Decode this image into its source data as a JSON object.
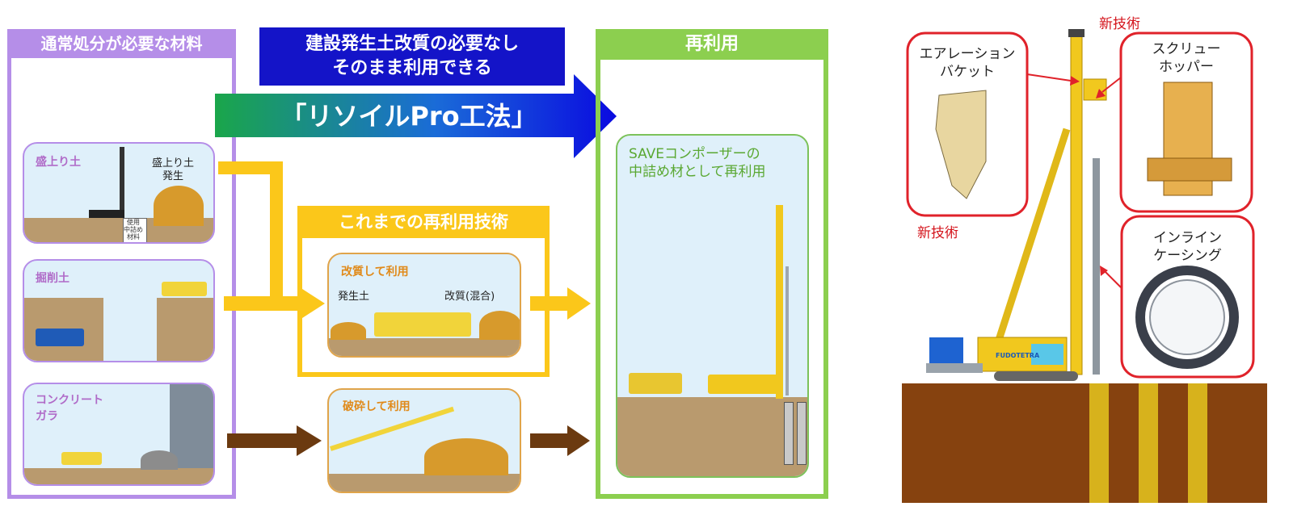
{
  "left_column": {
    "title": "通常処分が必要な材料"
  },
  "materials": [
    {
      "title": "盛上り土",
      "label": "盛上り土\n発生",
      "small": "使用\n中詰め\n材料"
    },
    {
      "title": "掘削土"
    },
    {
      "title": "コンクリート\nガラ"
    }
  ],
  "banner": {
    "line1": "建設発生土改質の必要なし",
    "line2": "そのまま利用できる",
    "method": "「リソイルPro工法」"
  },
  "existing": {
    "title": "これまでの再利用技術",
    "improve": {
      "title": "改質して利用",
      "left": "発生土",
      "right": "改質(混合)"
    },
    "crush": {
      "title": "破砕して利用"
    }
  },
  "reuse": {
    "title": "再利用",
    "caption": "SAVEコンポーザーの\n中詰め材として再利用"
  },
  "right_diagram": {
    "new_tech_top": "新技術",
    "new_tech_left": "新技術",
    "bucket": "エアレーション\nバケット",
    "hopper": "スクリュー\nホッパー",
    "casing": "インライン\nケーシング",
    "machine_brand": "FUDOTETRA"
  },
  "colors": {
    "purple": "#b58ee8",
    "yellow": "#fbc71a",
    "green": "#8ccf4f",
    "blue": "#1b1fd8",
    "brown": "#6b3a10",
    "red": "#e0222a"
  }
}
